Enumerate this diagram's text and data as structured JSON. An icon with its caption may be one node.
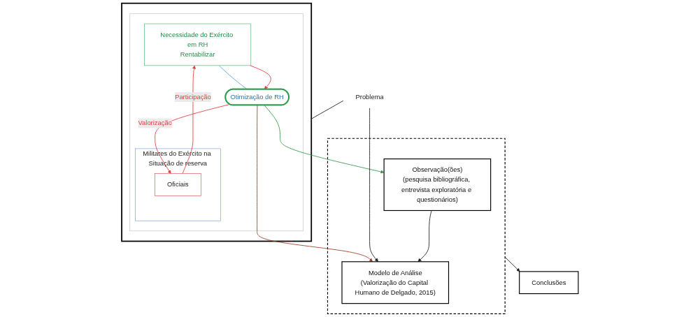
{
  "diagram": {
    "nodes": [
      {
        "text": [],
        "shape": "box"
      },
      {
        "text": [],
        "shape": "box",
        "in": 0
      },
      {
        "text": [
          "Necessidade do Exército em RH",
          "Rentabilizar"
        ],
        "in": 1
      },
      {
        "text": [
          "Militares do Exército na Situação de reserva"
        ],
        "in": 1
      },
      {
        "text": [
          "Oficiais"
        ],
        "in": 3
      },
      {
        "text": [
          "Otimização de RH"
        ],
        "in": 1
      },
      {
        "text": [
          "Problema"
        ]
      },
      {
        "text": [],
        "shape": "box"
      },
      {
        "text": [
          "Observação(ões)",
          "(pesquisa bibliográfica, entrevista exploratória e questionários)"
        ],
        "in": 7
      },
      {
        "text": [
          "Modelo de Análise",
          "(Valorização do Capital Humano de Delgado, 2015)"
        ],
        "in": 7
      },
      {
        "text": [
          "Conclusões"
        ]
      }
    ],
    "edges": [
      {
        "from": 4,
        "to": 2,
        "arrow": "to",
        "label": "Participação",
        "color": "#e04040"
      },
      {
        "from": 2,
        "to": 5,
        "arrow": "none",
        "color": "#5b9bd5"
      },
      {
        "from": 2,
        "to": 5,
        "arrow": "to",
        "color": "#e04040"
      },
      {
        "from": 5,
        "to": 4,
        "arrow": "to",
        "label": "Valorização",
        "color": "#e04040"
      },
      {
        "from": 5,
        "to": 8,
        "arrow": "to",
        "color": "#3a9a4a"
      },
      {
        "from": 5,
        "to": 9,
        "arrow": "to",
        "color": "#a0402a"
      },
      {
        "from": 6,
        "to": 0,
        "arrow": "none"
      },
      {
        "from": 6,
        "to": 9,
        "arrow": "to"
      },
      {
        "from": 8,
        "to": 9,
        "arrow": "to"
      },
      {
        "from": 7,
        "to": 10,
        "arrow": "to"
      }
    ]
  }
}
